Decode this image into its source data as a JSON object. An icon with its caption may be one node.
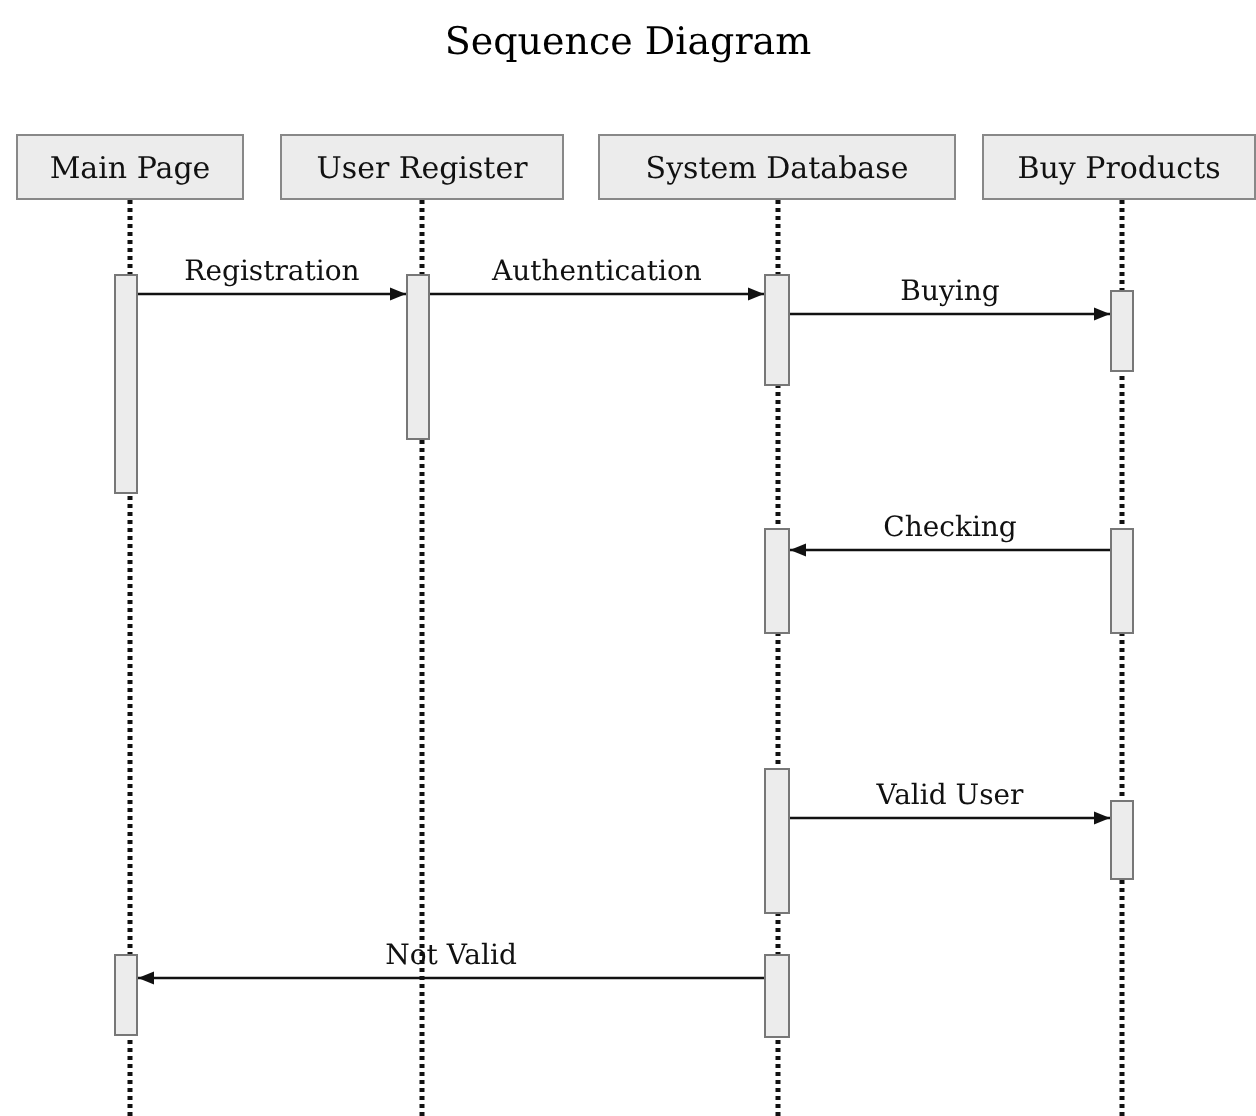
{
  "diagram": {
    "title": "Sequence Diagram",
    "nodes": [
      {
        "text": [
          "Main Page"
        ]
      },
      {
        "text": [
          "User Register"
        ]
      },
      {
        "text": [
          "System Database"
        ]
      },
      {
        "text": [
          "Buy Products"
        ]
      },
      {
        "text": [],
        "shape": "bar"
      },
      {
        "text": [],
        "shape": "bar"
      },
      {
        "text": [],
        "shape": "bar"
      },
      {
        "text": [],
        "shape": "bar"
      },
      {
        "text": [],
        "shape": "bar"
      },
      {
        "text": [],
        "shape": "bar"
      },
      {
        "text": [],
        "shape": "bar"
      },
      {
        "text": [],
        "shape": "bar"
      },
      {
        "text": [],
        "shape": "bar"
      },
      {
        "text": [],
        "shape": "bar"
      }
    ],
    "edges": [
      {
        "from": 4,
        "to": 5,
        "arrow": "to",
        "label": "Registration"
      },
      {
        "from": 5,
        "to": 6,
        "arrow": "to",
        "label": "Authentication"
      },
      {
        "from": 6,
        "to": 7,
        "arrow": "to",
        "label": "Buying"
      },
      {
        "from": 9,
        "to": 8,
        "arrow": "to",
        "label": "Checking"
      },
      {
        "from": 10,
        "to": 11,
        "arrow": "to",
        "label": "Valid User"
      },
      {
        "from": 13,
        "to": 12,
        "arrow": "to",
        "label": "Not Valid"
      }
    ]
  }
}
